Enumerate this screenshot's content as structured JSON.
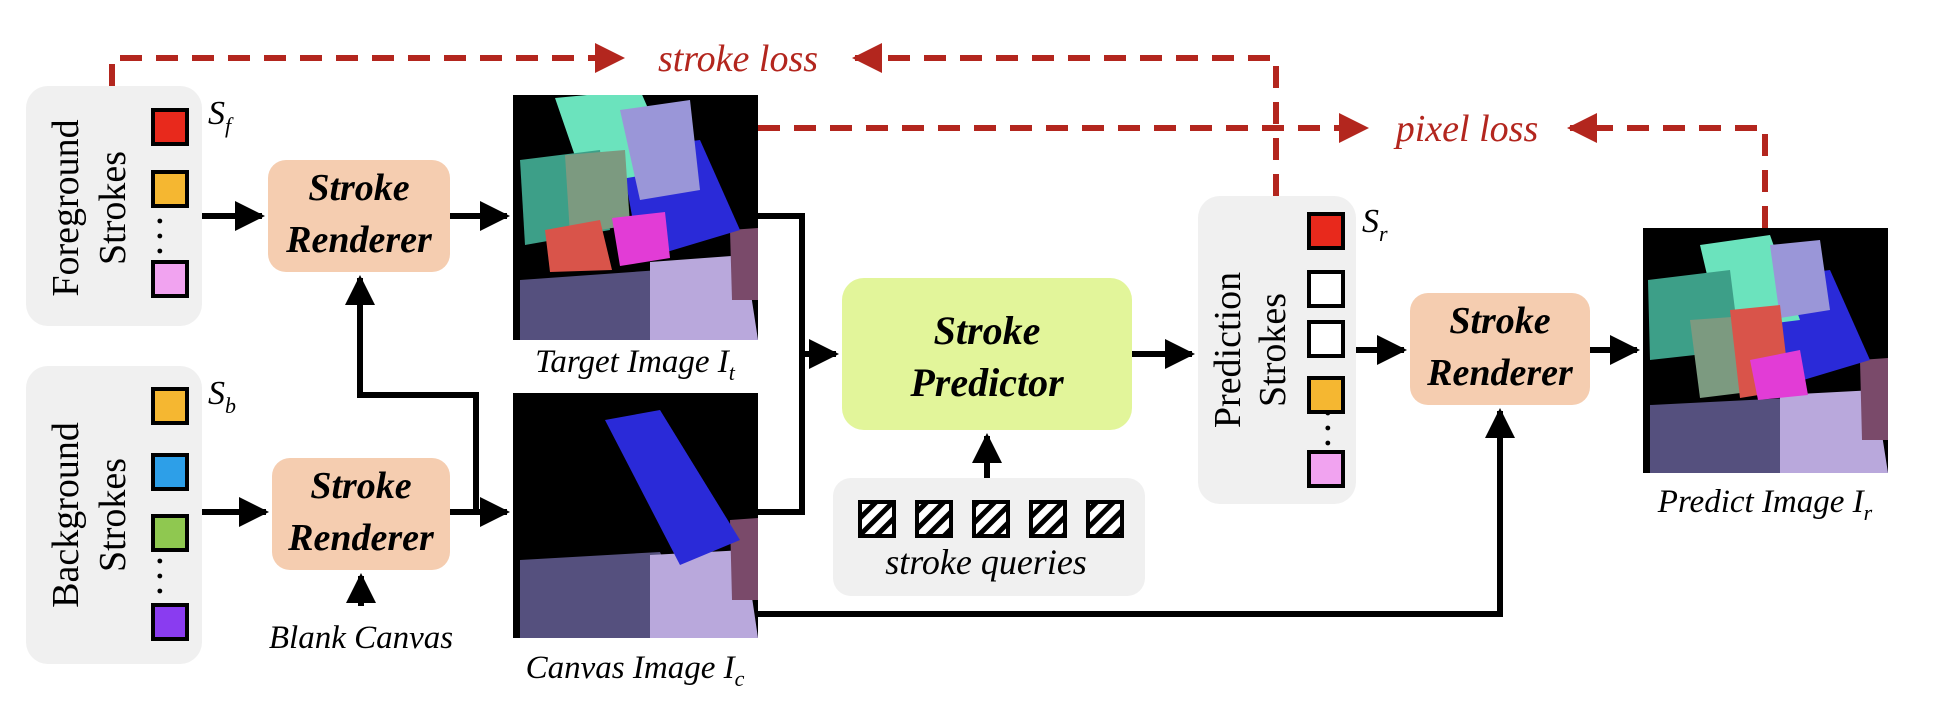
{
  "colors": {
    "loss_red": "#b3261e",
    "renderer_fill": "#f5cdb0",
    "predictor_fill": "#e2f59a",
    "panel_gray": "#f0f0f0",
    "arrow": "#000000"
  },
  "foreground_panel": {
    "title_line1": "Foreground",
    "title_line2": "Strokes",
    "symbol": "S",
    "subscript": "f",
    "swatches": [
      "#e8291c",
      "#f5b731",
      "#f1a3f0"
    ],
    "dots": ". . ."
  },
  "background_panel": {
    "title_line1": "Background",
    "title_line2": "Strokes",
    "symbol": "S",
    "subscript": "b",
    "swatches": [
      "#f5b731",
      "#2d9fe8",
      "#8fc850",
      "#8a3cf0"
    ],
    "dots": ". . ."
  },
  "renderer_top": {
    "line1": "Stroke",
    "line2": "Renderer"
  },
  "renderer_bottom": {
    "line1": "Stroke",
    "line2": "Renderer"
  },
  "renderer_right": {
    "line1": "Stroke",
    "line2": "Renderer"
  },
  "blank_canvas_label": "Blank Canvas",
  "target_image": {
    "caption": "Target Image",
    "symbol": "I",
    "subscript": "t"
  },
  "canvas_image": {
    "caption": "Canvas Image",
    "symbol": "I",
    "subscript": "c"
  },
  "predict_image": {
    "caption": "Predict Image",
    "symbol": "I",
    "subscript": "r"
  },
  "predictor": {
    "line1": "Stroke",
    "line2": "Predictor"
  },
  "queries": {
    "label": "stroke queries",
    "count": 5
  },
  "prediction_panel": {
    "title_line1": "Prediction",
    "title_line2": "Strokes",
    "symbol": "S",
    "subscript": "r",
    "swatches": [
      "#e8291c",
      "#ffffff",
      "#ffffff",
      "#f5b731",
      "#f1a3f0"
    ],
    "dots": ". . ."
  },
  "losses": {
    "stroke_loss": "stroke loss",
    "pixel_loss": "pixel loss"
  }
}
